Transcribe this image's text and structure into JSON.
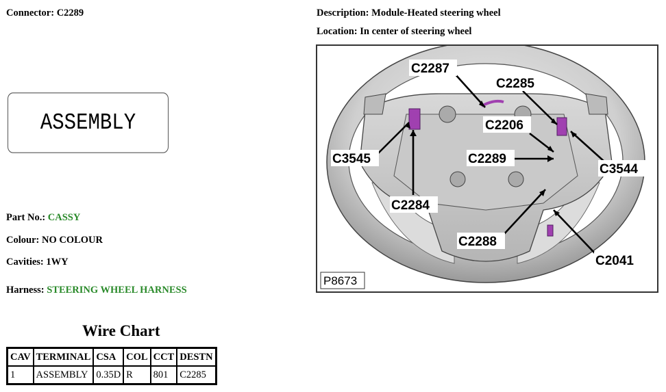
{
  "connector": {
    "label": "Connector:",
    "value": "C2289"
  },
  "description": {
    "label": "Description:",
    "value": "Module-Heated steering wheel"
  },
  "location": {
    "label": "Location:",
    "value": "In center of steering wheel"
  },
  "connector_image_text": "ASSEMBLY",
  "part_no": {
    "label": "Part No.:",
    "value": "CASSY"
  },
  "colour": {
    "label": "Colour:",
    "value": "NO COLOUR"
  },
  "cavities": {
    "label": "Cavities:",
    "value": "1WY"
  },
  "harness": {
    "label": "Harness:",
    "value": "STEERING WHEEL HARNESS"
  },
  "wire_chart": {
    "title": "Wire Chart",
    "headers": [
      "CAV",
      "TERMINAL",
      "CSA",
      "COL",
      "CCT",
      "DESTN"
    ],
    "rows": [
      [
        "1",
        "ASSEMBLY",
        "0.35D",
        "R",
        "801",
        "C2285"
      ]
    ]
  },
  "diagram": {
    "callouts": {
      "c2287": "C2287",
      "c2285": "C2285",
      "c2206": "C2206",
      "c3545": "C3545",
      "c2289": "C2289",
      "c3544": "C3544",
      "c2284": "C2284",
      "c2288": "C2288",
      "c2041": "C2041"
    },
    "picture_number": "P8673"
  },
  "colors": {
    "value_green": "#2a8a2a",
    "connector_magenta": "#a040b0"
  }
}
